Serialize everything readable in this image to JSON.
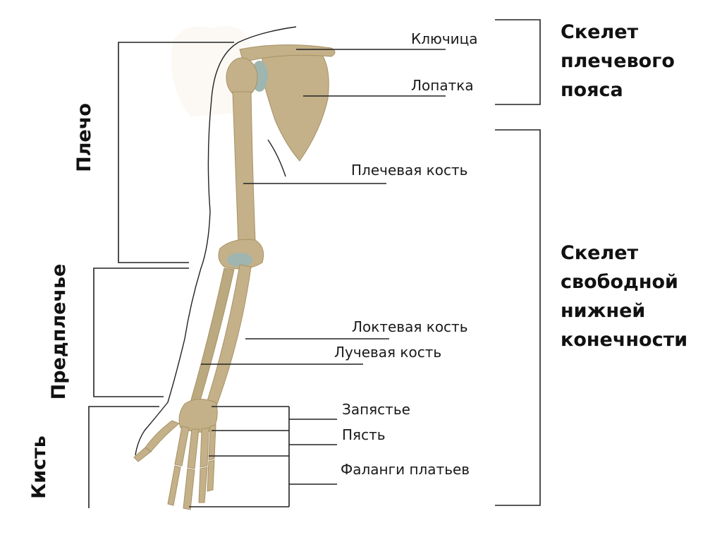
{
  "colors": {
    "bone": "#c4b189",
    "bone_shade": "#a89266",
    "cartilage": "#9fb5b0",
    "line": "#222222",
    "text": "#111111"
  },
  "labels": {
    "clavicle": "Ключица",
    "scapula": "Лопатка",
    "humerus": "Плечевая кость",
    "ulna": "Локтевая кость",
    "radius": "Лучевая кость",
    "wrist": "Запястье",
    "metacarpus": "Пясть",
    "phalanges": "Фаланги платьев"
  },
  "groups": {
    "shoulder_girdle": [
      "Скелет",
      "плечевого",
      "пояса"
    ],
    "free_limb": [
      "Скелет",
      "свободной",
      "нижней",
      "конечности"
    ]
  },
  "sections": {
    "upper_arm": "Плечо",
    "forearm": "Предплечье",
    "hand": "Кисть"
  }
}
